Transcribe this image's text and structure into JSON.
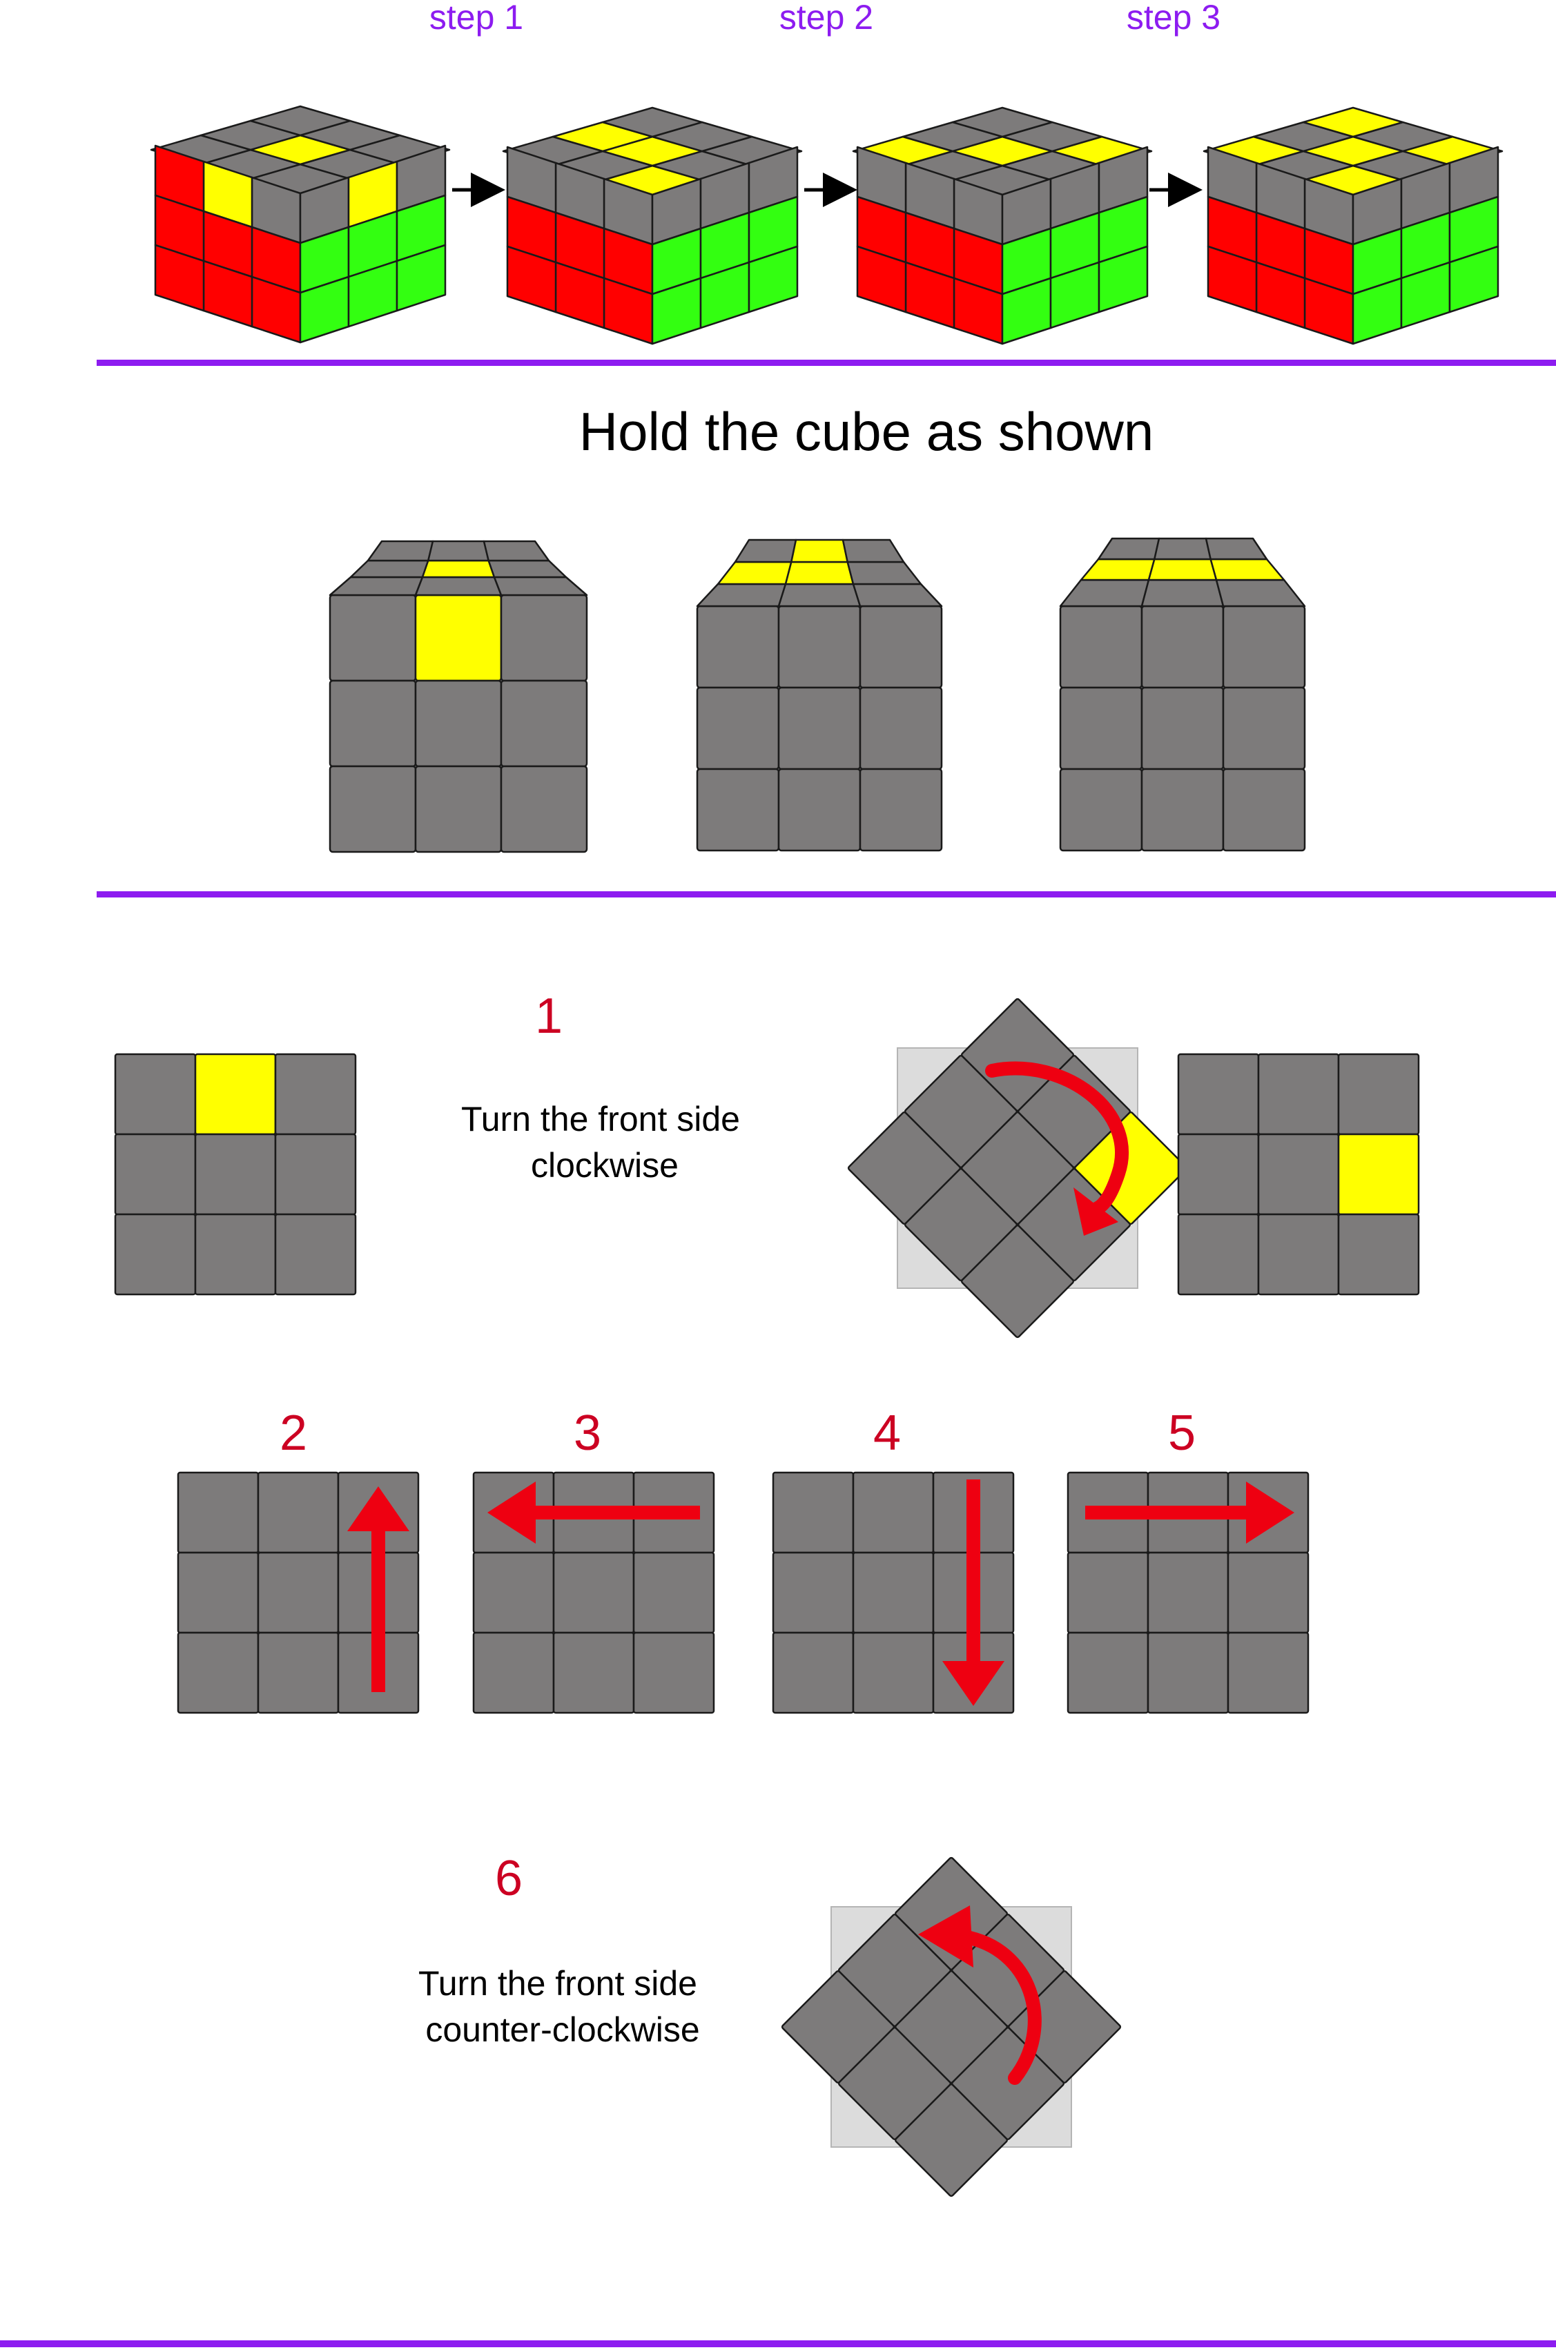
{
  "colors": {
    "gray": "#7d7b7b",
    "yellow": "#ffff00",
    "red": "#ff0000",
    "green": "#33ff11",
    "purple": "#8d1cf0",
    "arrow_red": "#ee0011",
    "number_red": "#cc0022",
    "backdrop": "#dcdcdc",
    "outline": "#1a1a1a"
  },
  "top": {
    "step_labels": [
      "step 1",
      "step 2",
      "step 3"
    ],
    "cubes": [
      {
        "top": [
          "g",
          "g",
          "g",
          "g",
          "y",
          "g",
          "g",
          "g",
          "g"
        ],
        "left_top_row": [
          "r",
          "y",
          "g"
        ],
        "right_top_row": [
          "g",
          "y",
          "g"
        ]
      },
      {
        "top": [
          "y",
          "g",
          "g",
          "g",
          "y",
          "y",
          "g",
          "g",
          "g"
        ],
        "left_top_row": [
          "g",
          "g",
          "g"
        ],
        "right_top_row": [
          "g",
          "g",
          "g"
        ]
      },
      {
        "top": [
          "g",
          "g",
          "y",
          "g",
          "y",
          "g",
          "y",
          "g",
          "g"
        ],
        "left_top_row": [
          "g",
          "g",
          "g"
        ],
        "right_top_row": [
          "g",
          "g",
          "g"
        ]
      },
      {
        "top": [
          "y",
          "g",
          "y",
          "g",
          "y",
          "g",
          "y",
          "g",
          "y"
        ],
        "left_top_row": [
          "g",
          "g",
          "g"
        ],
        "right_top_row": [
          "g",
          "g",
          "g"
        ]
      }
    ]
  },
  "hold": {
    "title": "Hold the cube as shown"
  },
  "steps": {
    "step1": {
      "number": "1",
      "caption_lines": [
        "Turn the front side",
        "clockwise"
      ]
    },
    "moves": [
      {
        "number": "2",
        "direction": "up",
        "position": "right-column"
      },
      {
        "number": "3",
        "direction": "left",
        "position": "top-row"
      },
      {
        "number": "4",
        "direction": "down",
        "position": "right-column"
      },
      {
        "number": "5",
        "direction": "right",
        "position": "top-row"
      }
    ],
    "step6": {
      "number": "6",
      "caption_lines": [
        "Turn the front side",
        "counter-clockwise"
      ]
    }
  }
}
